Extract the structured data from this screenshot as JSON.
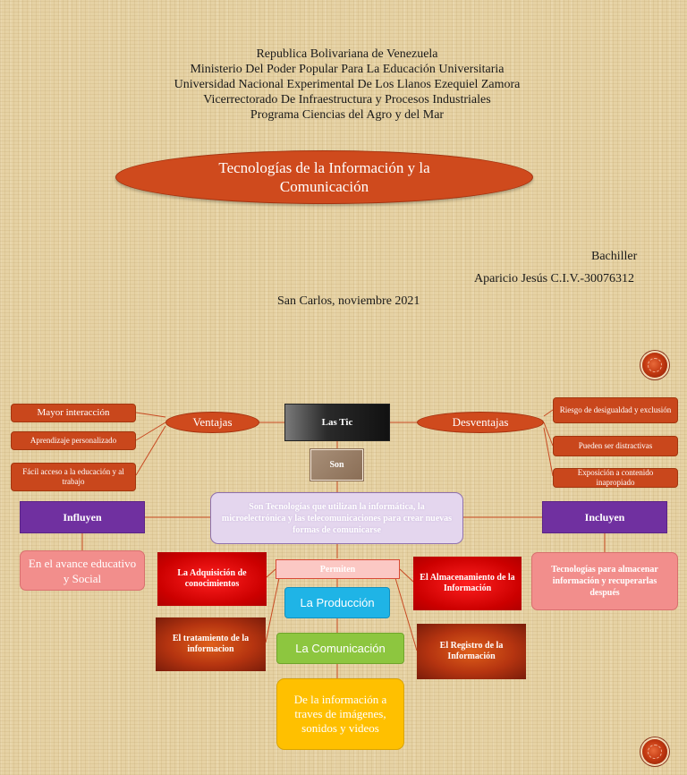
{
  "header": {
    "lines": [
      "Republica Bolivariana de Venezuela",
      "Ministerio Del Poder Popular Para La Educación Universitaria",
      "Universidad Nacional Experimental De Los Llanos Ezequiel Zamora",
      "Vicerrectorado De Infraestructura y Procesos Industriales",
      "Programa Ciencias del Agro y del Mar"
    ]
  },
  "title": "Tecnologías de la Información y la Comunicación",
  "author": {
    "role": "Bachiller",
    "name": "Aparicio Jesús C.I.V.-30076312"
  },
  "place_date": "San Carlos, noviembre 2021",
  "map": {
    "center": "Las Tic",
    "son": "Son",
    "definition": "Son Tecnologías que utilizan la informática, la microelectrónica y las telecomunicaciones para crear nuevas formas de comunicarse",
    "ventajas": {
      "label": "Ventajas",
      "items": [
        "Mayor interacción",
        "Aprendizaje personalizado",
        "Fácil acceso a la educación y al trabajo"
      ]
    },
    "desventajas": {
      "label": "Desventajas",
      "items": [
        "Riesgo de desigualdad y exclusión",
        "Pueden ser distractivas",
        "Exposición a contenido inapropiado"
      ]
    },
    "influyen": {
      "label": "Influyen",
      "result": "En el avance educativo y Social"
    },
    "incluyen": {
      "label": "Incluyen",
      "result": "Tecnologías para almacenar información y recuperarlas después"
    },
    "permiten": {
      "label": "Permiten",
      "left": [
        "La Adquisición de conocimientos",
        "El tratamiento de la informacion"
      ],
      "right": [
        "El Almacenamiento de la Información",
        "El Registro de la Información"
      ],
      "center": [
        "La Producción",
        "La Comunicación"
      ],
      "final": "De la información a traves de imágenes, sonidos y videos"
    }
  },
  "colors": {
    "background": "#e6d2a4",
    "accent_orange": "#cf4a1d",
    "purple": "#7030a0",
    "pink": "#f28e8c",
    "blue": "#1fb4e6",
    "green": "#8dc63f",
    "yellow": "#ffc000"
  }
}
